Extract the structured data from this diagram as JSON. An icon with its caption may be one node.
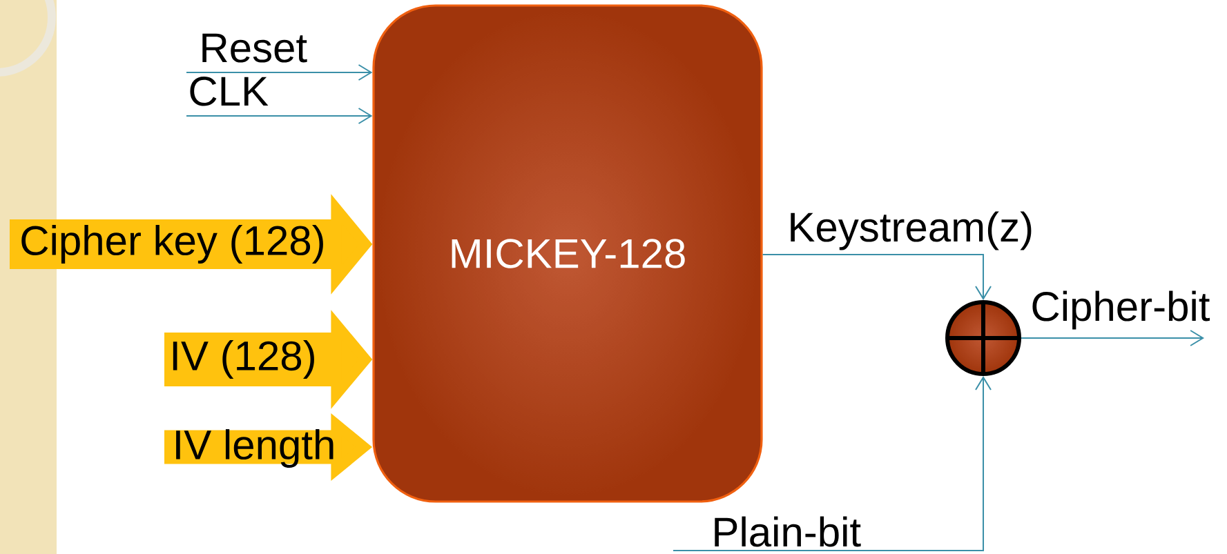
{
  "diagram": {
    "nodes": [
      {
        "text": [
          "MICKEY-128"
        ]
      },
      {
        "text": [],
        "shape": "circle"
      }
    ],
    "edges": [
      {
        "from": null,
        "to": 0,
        "arrow": "to",
        "label": "Reset"
      },
      {
        "from": null,
        "to": 0,
        "arrow": "to",
        "label": "CLK"
      },
      {
        "from": null,
        "to": 0,
        "arrow": "to",
        "label": "Cipher key (128)",
        "style": "thick",
        "color": "#ffc20e"
      },
      {
        "from": null,
        "to": 0,
        "arrow": "to",
        "label": "IV (128)",
        "style": "thick",
        "color": "#ffc20e"
      },
      {
        "from": null,
        "to": 0,
        "arrow": "to",
        "label": "IV length",
        "style": "thick",
        "color": "#ffc20e"
      },
      {
        "from": 0,
        "to": 1,
        "arrow": "to",
        "label": "Keystream(z)"
      },
      {
        "from": 1,
        "to": null,
        "arrow": "to",
        "label": "Cipher-bit"
      },
      {
        "from": null,
        "to": 1,
        "arrow": "to",
        "label": "Plain-bit"
      }
    ]
  }
}
